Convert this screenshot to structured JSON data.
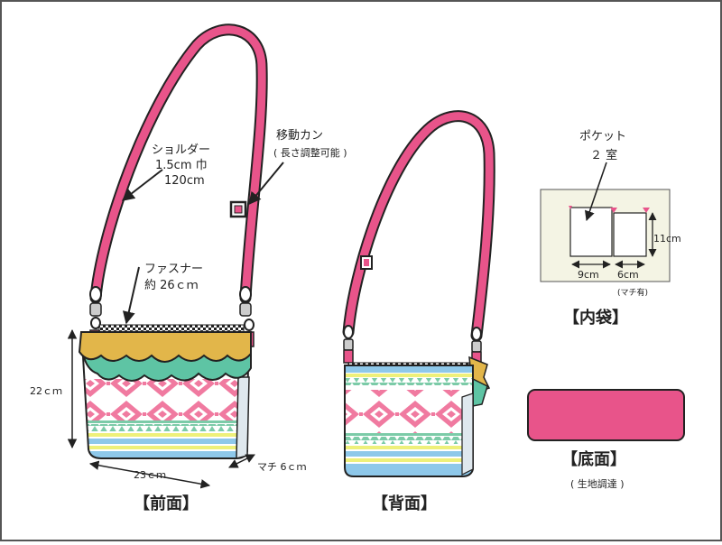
{
  "front": {
    "title": "【前面】",
    "shoulder_label": [
      "ショルダー",
      "1.5cm 巾",
      "120cm"
    ],
    "adjuster_label": "移動カン",
    "adjuster_note": "( 長さ調整可能 )",
    "zipper_label": [
      "ファスナー",
      "約 26ｃｍ"
    ],
    "height_label": "22ｃｍ",
    "width_label": "23ｃｍ",
    "gusset_label": "マチ 6ｃｍ"
  },
  "back": {
    "title": "【背面】"
  },
  "inner": {
    "pocket_label": [
      "ポケット",
      "２ 室"
    ],
    "height_label": "11cm",
    "width1_label": "9cm",
    "width2_label": "6cm",
    "gusset_note": "(マチ有)",
    "title": "【内袋】"
  },
  "bottom": {
    "title": "【底面】",
    "note": "( 生地調達 )",
    "color": "#e8548a"
  },
  "colors": {
    "strap": "#e8548a",
    "ruffle_yellow": "#e2b64a",
    "ruffle_green": "#5ec4a4",
    "pattern_pink": "#f07aa0",
    "pattern_green": "#7ccba8",
    "pattern_blue": "#8ec8ea",
    "pattern_yellow": "#eef07a",
    "lining_bg": "#f4f4e4"
  }
}
